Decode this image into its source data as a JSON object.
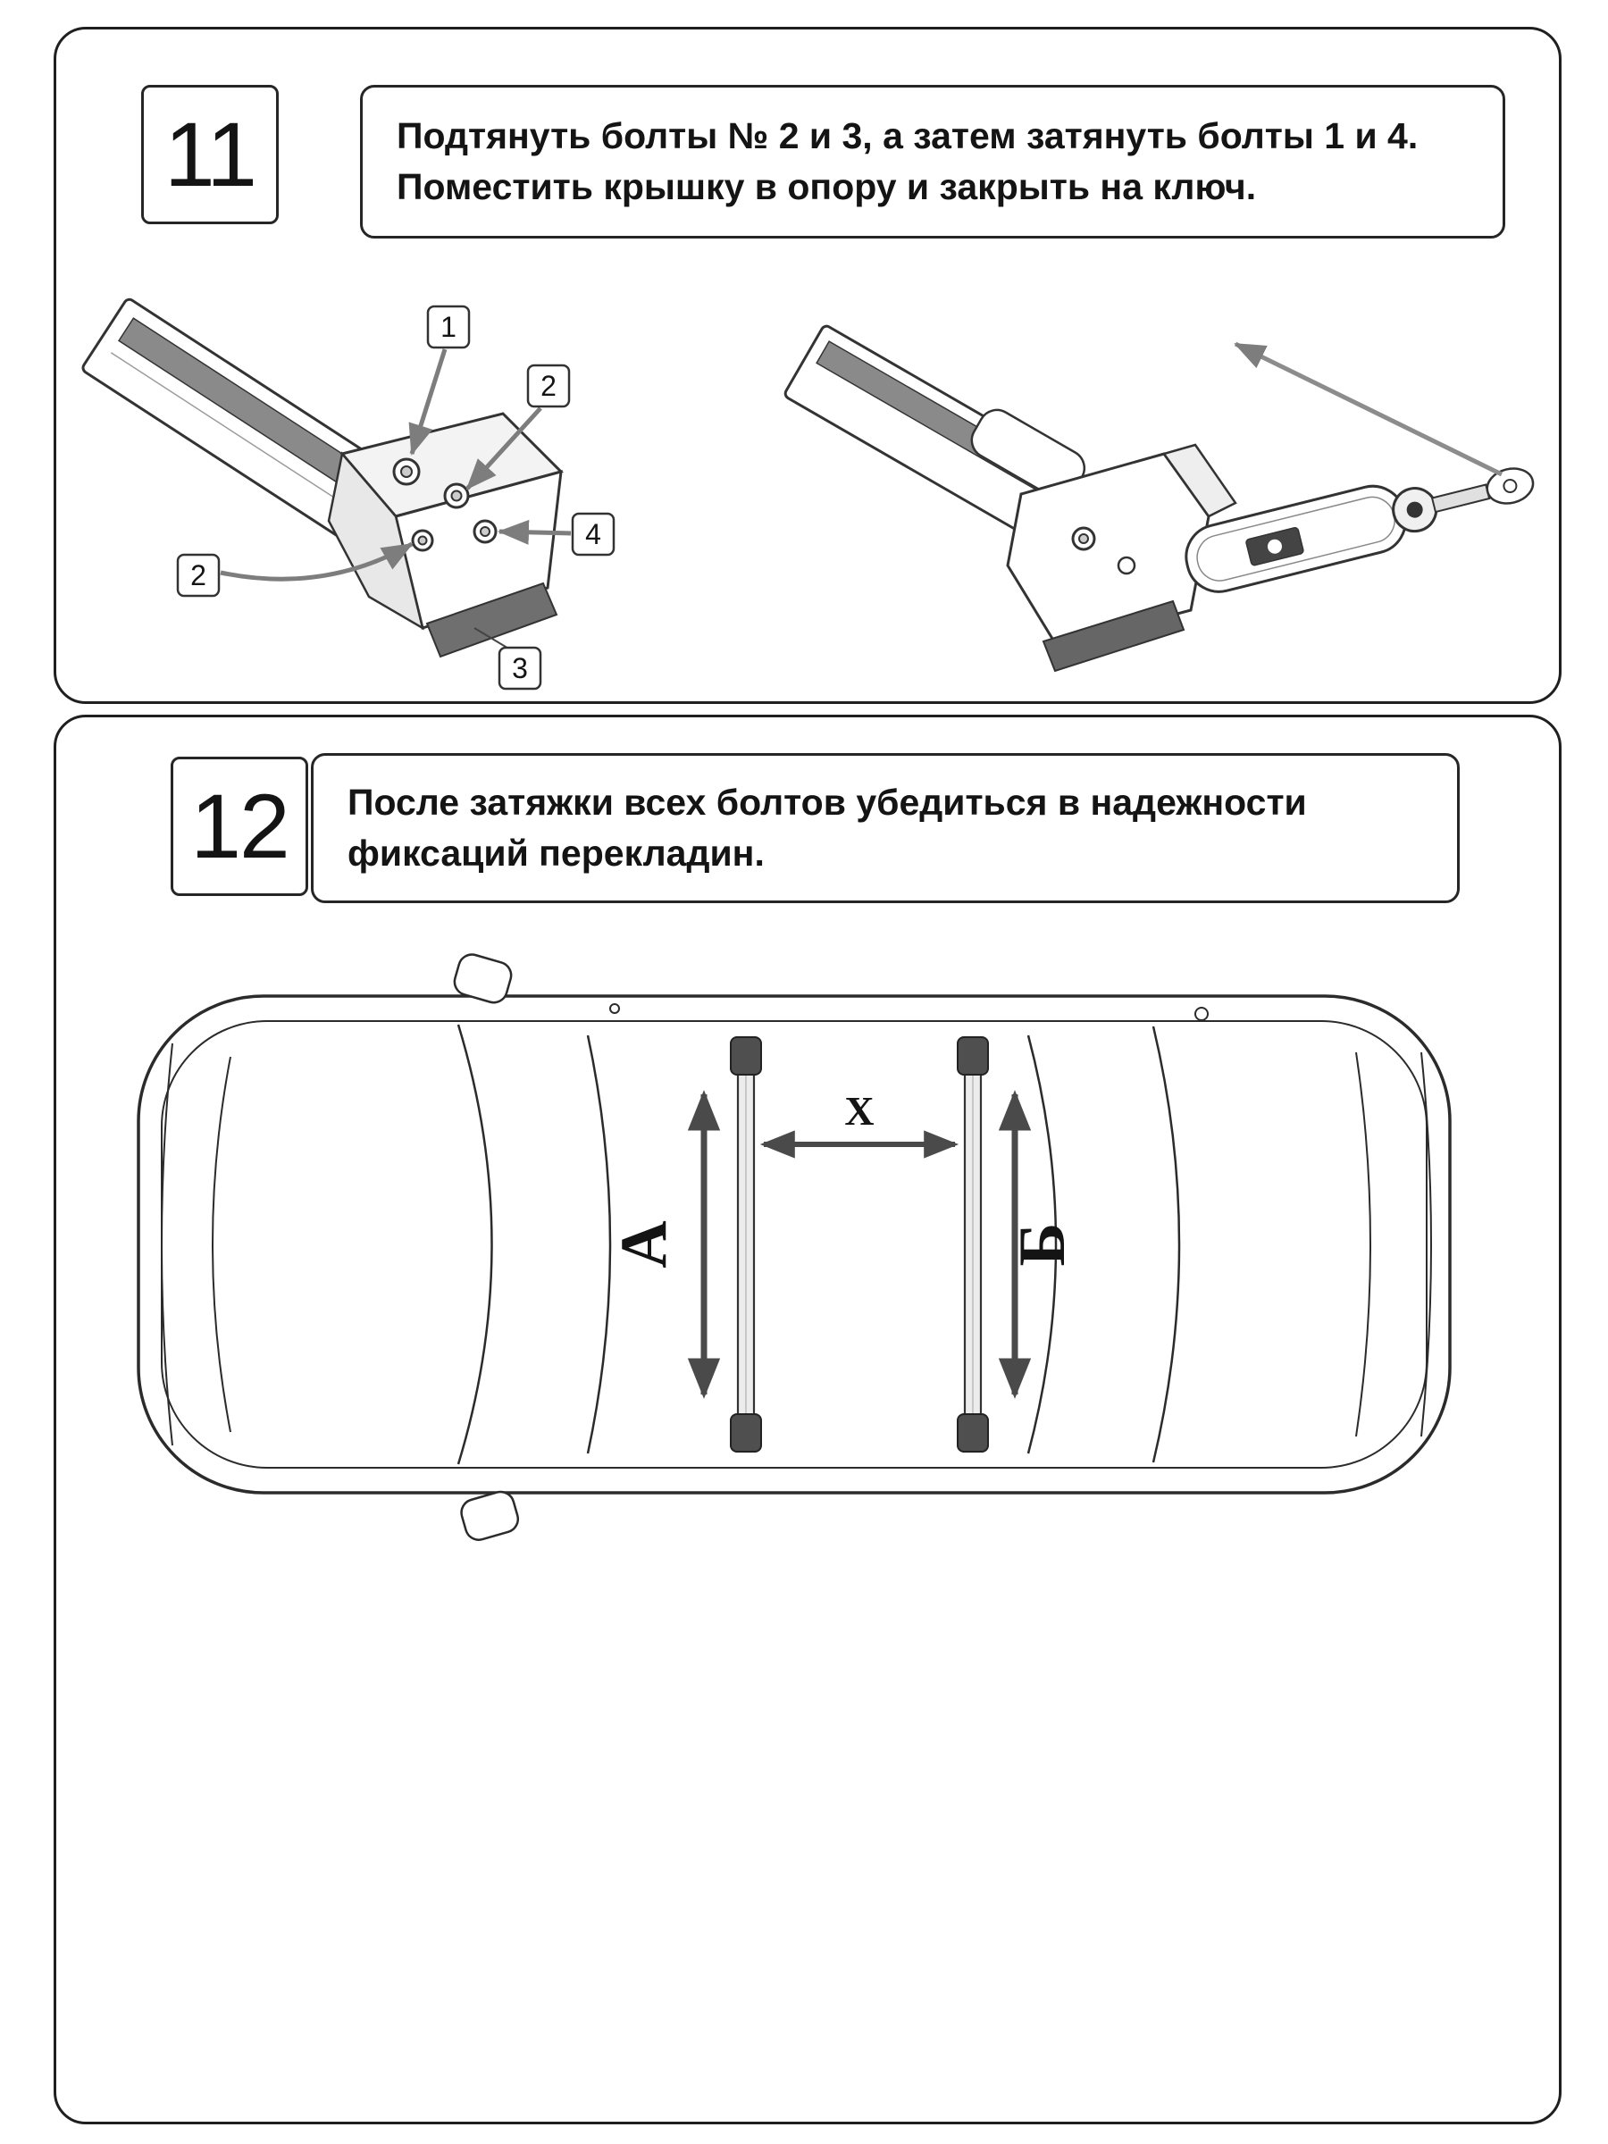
{
  "document": {
    "kind": "roof-rack-assembly-instructions"
  },
  "step11": {
    "number": "11",
    "line1": "Подтянуть болты № 2 и 3, а затем затянуть болты 1 и 4.",
    "line2": "Поместить крышку в опору и закрыть на ключ.",
    "callout_1": "1",
    "callout_2a": "2",
    "callout_2b": "2",
    "callout_3": "3",
    "callout_4": "4"
  },
  "step12": {
    "number": "12",
    "line1": "После затяжки всех болтов убедиться в надежности",
    "line2": "фиксаций перекладин.",
    "label_left_bar": "А",
    "label_right_bar": "Б",
    "label_distance": "X"
  },
  "colors": {
    "outline": "#1f1f1f",
    "stroke": "#333333",
    "rubber_strip": "#8a8a8a",
    "strap_dark": "#6f6f6f",
    "arrow_gray": "#7d7d7d",
    "arrow_dark": "#4a4a4a",
    "foot_dark": "#4f4f4f"
  }
}
